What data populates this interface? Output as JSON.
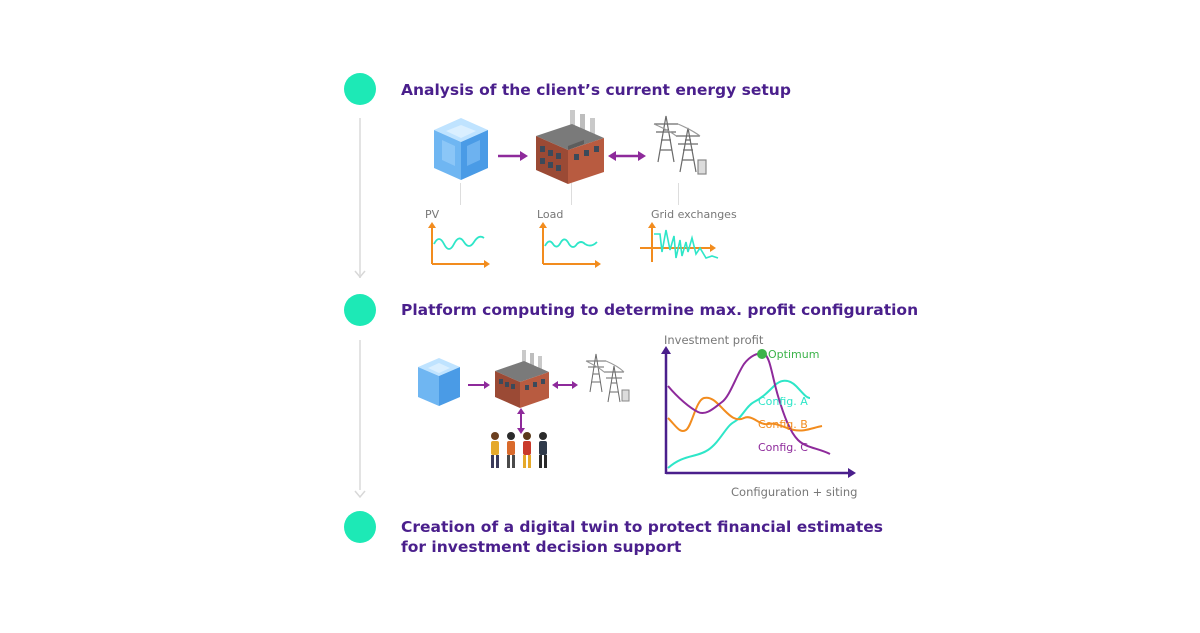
{
  "colors": {
    "accent_dot": "#1de9b6",
    "title_purple": "#4a1f8c",
    "arrow_purple": "#8e2a9b",
    "axis_orange": "#f28c1e",
    "curve_teal": "#2ee6c8",
    "config_c": "#8e2a9b",
    "optimum_green": "#3cb34a"
  },
  "steps": [
    {
      "title": "Analysis of the client’s current energy setup"
    },
    {
      "title": "Platform computing to determine max. profit configuration"
    },
    {
      "title_line1": "Creation of a digital twin to protect financial estimates",
      "title_line2": "for investment decision support"
    }
  ],
  "step1": {
    "icons": [
      "pv-cube-icon",
      "factory-icon",
      "pylon-icon"
    ],
    "mini_charts": [
      {
        "label": "PV"
      },
      {
        "label": "Load"
      },
      {
        "label": "Grid exchanges"
      }
    ]
  },
  "step2": {
    "icons": [
      "pv-cube-icon",
      "factory-icon",
      "pylon-icon",
      "people-icon"
    ],
    "chart": {
      "ylabel": "Investment profit",
      "xlabel": "Configuration + siting",
      "optimum_label": "Optimum",
      "series": [
        {
          "name": "Config. A",
          "color": "#2ee6c8"
        },
        {
          "name": "Config. B",
          "color": "#f28c1e"
        },
        {
          "name": "Config. C",
          "color": "#8e2a9b"
        }
      ]
    }
  }
}
